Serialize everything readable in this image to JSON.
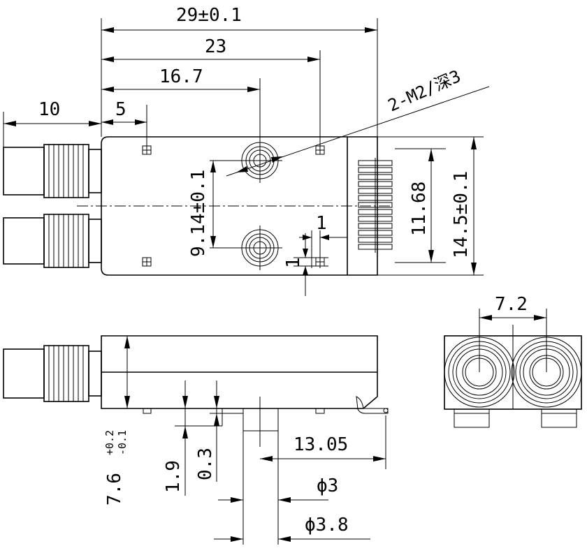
{
  "dimensions": {
    "overall_length": "29±0.1",
    "mount_hole_spacing": "23",
    "bore_position": "16.7",
    "first_hole_offset": "5",
    "connector_length": "10",
    "thread_callout": "2-M2/深3",
    "vertical_spacing": "9.14±0.1",
    "hole_offset_x": "1",
    "hole_offset_y": "1",
    "pin_span": "11.68",
    "body_height": "14.5±0.1",
    "center_distance": "7.2",
    "total_height": "7.6",
    "height_tol_plus": "+0.2",
    "height_tol_minus": "-0.1",
    "step_height": "1.9",
    "plate_thickness": "0.3",
    "pin_to_edge": "13.05",
    "inner_diameter": "ϕ3",
    "outer_diameter": "ϕ3.8"
  }
}
